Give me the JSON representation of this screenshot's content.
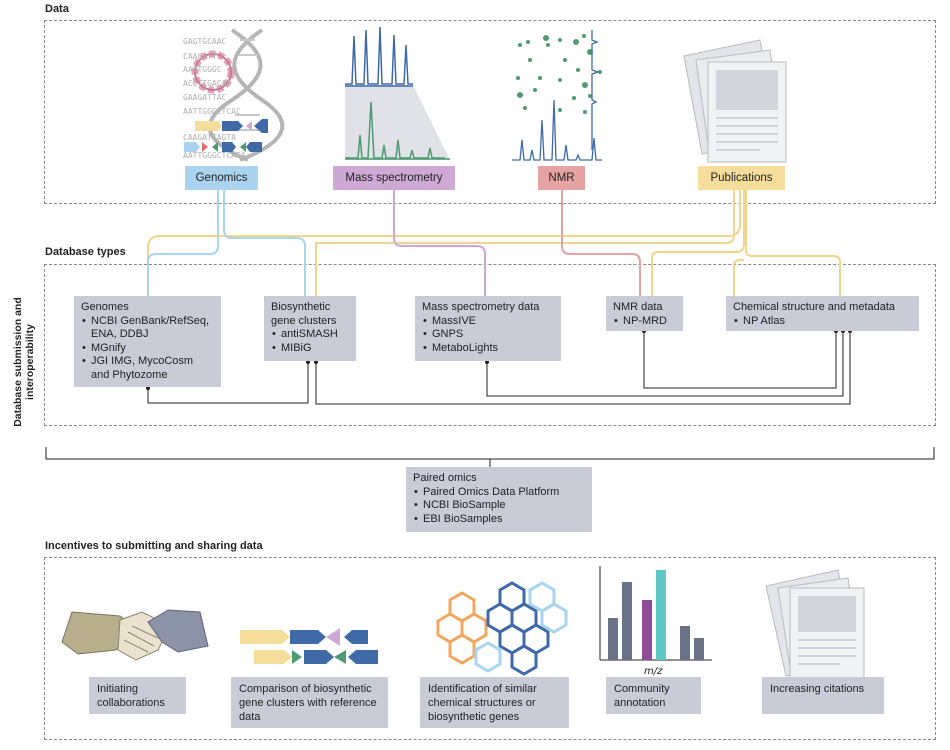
{
  "sections": {
    "data": "Data",
    "database_types": "Database types",
    "incentives": "Incentives to submitting and sharing data",
    "side_label": "Database submission and interoperability"
  },
  "data_sources": {
    "genomics": {
      "label": "Genomics",
      "color": "#a9d3ee"
    },
    "mass_spec": {
      "label": "Mass spectrometry",
      "color": "#cfa9d6"
    },
    "nmr": {
      "label": "NMR",
      "color": "#e6a3a3"
    },
    "publications": {
      "label": "Publications",
      "color": "#f5dd9b"
    }
  },
  "dna_sequences": [
    "GAGTGCAAC",
    "CAAGATT",
    "AATTGGGC",
    "ACCTTGACAT",
    "GAAGATTAC",
    "AATTGGGCTCAC",
    "CAAGATTAGTA",
    "AATTGGGCTCACA"
  ],
  "databases": {
    "genomes": {
      "title": "Genomes",
      "items": [
        "NCBI GenBank/RefSeq, ENA, DDBJ",
        "MGnify",
        "JGI IMG, MycoCosm and Phytozome"
      ]
    },
    "bgc": {
      "title": "Biosynthetic gene clusters",
      "items": [
        "antiSMASH",
        "MIBiG"
      ]
    },
    "ms_data": {
      "title": "Mass spectrometry data",
      "items": [
        "MassIVE",
        "GNPS",
        "MetaboLights"
      ]
    },
    "nmr_data": {
      "title": "NMR data",
      "items": [
        "NP-MRD"
      ]
    },
    "chem": {
      "title": "Chemical structure and metadata",
      "items": [
        "NP Atlas"
      ]
    }
  },
  "paired_omics": {
    "title": "Paired omics",
    "items": [
      "Paired Omics Data Platform",
      "NCBI BioSample",
      "EBI BioSamples"
    ]
  },
  "incentives": [
    "Initiating collaborations",
    "Comparison of biosynthetic gene clusters with reference data",
    "Identification of similar chemical structures or biosynthetic genes",
    "Community annotation",
    "Increasing citations"
  ],
  "mz_label": "m/z",
  "colors": {
    "line_yellow": "#f0d58c",
    "line_blue": "#a9d3ee",
    "line_purple": "#cfa9d6",
    "line_red": "#e6a3a3",
    "box_gray": "#c9cbd6",
    "ms_blue": "#3f6aa7",
    "ms_green": "#4f9a72"
  }
}
